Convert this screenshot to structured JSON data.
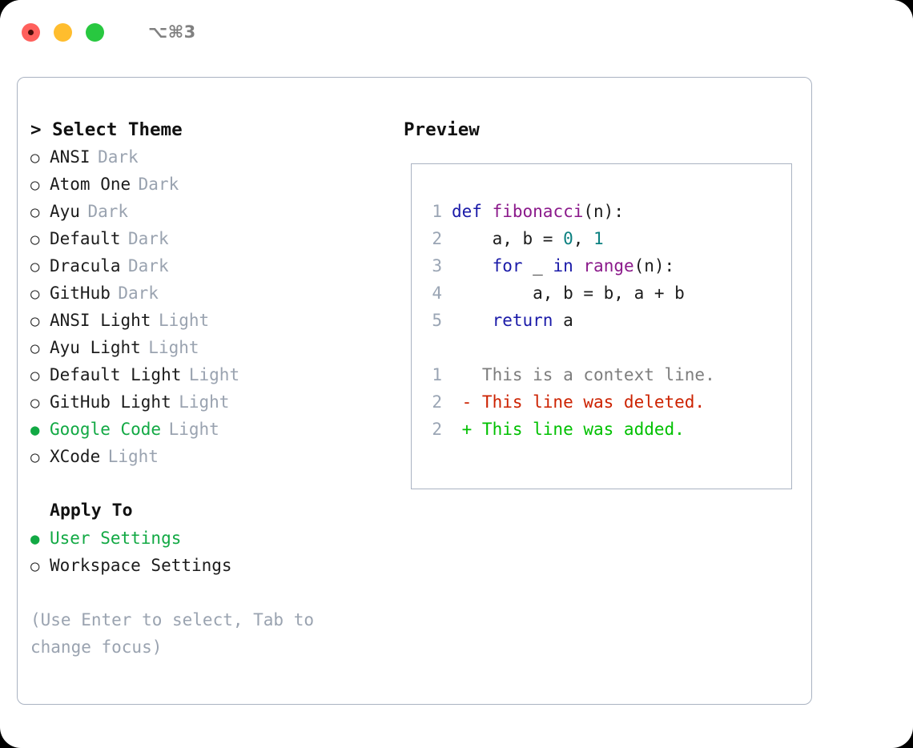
{
  "titlebar": {
    "shortcut": "⌥⌘3",
    "lights": [
      "close",
      "minimize",
      "zoom"
    ]
  },
  "theme_picker": {
    "heading": "> Select Theme",
    "bullet_unselected": "○",
    "bullet_selected": "●",
    "items": [
      {
        "name": "ANSI",
        "category": "Dark",
        "selected": false
      },
      {
        "name": "Atom One",
        "category": "Dark",
        "selected": false
      },
      {
        "name": "Ayu",
        "category": "Dark",
        "selected": false
      },
      {
        "name": "Default",
        "category": "Dark",
        "selected": false
      },
      {
        "name": "Dracula",
        "category": "Dark",
        "selected": false
      },
      {
        "name": "GitHub",
        "category": "Dark",
        "selected": false
      },
      {
        "name": "ANSI Light",
        "category": "Light",
        "selected": false
      },
      {
        "name": "Ayu Light",
        "category": "Light",
        "selected": false
      },
      {
        "name": "Default Light",
        "category": "Light",
        "selected": false
      },
      {
        "name": "GitHub Light",
        "category": "Light",
        "selected": false
      },
      {
        "name": "Google Code",
        "category": "Light",
        "selected": true
      },
      {
        "name": "XCode",
        "category": "Light",
        "selected": false
      }
    ]
  },
  "apply_to": {
    "heading": "Apply To",
    "items": [
      {
        "name": "User Settings",
        "selected": true
      },
      {
        "name": "Workspace Settings",
        "selected": false
      }
    ]
  },
  "hint": "(Use Enter to select, Tab to change focus)",
  "preview": {
    "heading": "Preview",
    "code_lines": [
      {
        "num": "1",
        "tokens": [
          {
            "t": "def",
            "c": "kw"
          },
          {
            "t": " ",
            "c": "pl"
          },
          {
            "t": "fibonacci",
            "c": "fn"
          },
          {
            "t": "(n):",
            "c": "pl"
          }
        ]
      },
      {
        "num": "2",
        "tokens": [
          {
            "t": "    a, b = ",
            "c": "pl"
          },
          {
            "t": "0",
            "c": "num"
          },
          {
            "t": ", ",
            "c": "pl"
          },
          {
            "t": "1",
            "c": "num"
          }
        ]
      },
      {
        "num": "3",
        "tokens": [
          {
            "t": "    ",
            "c": "pl"
          },
          {
            "t": "for",
            "c": "kw"
          },
          {
            "t": " _ ",
            "c": "pl"
          },
          {
            "t": "in",
            "c": "kw"
          },
          {
            "t": " ",
            "c": "pl"
          },
          {
            "t": "range",
            "c": "fn"
          },
          {
            "t": "(n):",
            "c": "pl"
          }
        ]
      },
      {
        "num": "4",
        "tokens": [
          {
            "t": "        a, b = b, a + b",
            "c": "pl"
          }
        ]
      },
      {
        "num": "5",
        "tokens": [
          {
            "t": "    ",
            "c": "pl"
          },
          {
            "t": "return",
            "c": "kw"
          },
          {
            "t": " a",
            "c": "pl"
          }
        ]
      }
    ],
    "diff_lines": [
      {
        "num": "1",
        "marker": " ",
        "text": "This is a context line.",
        "kind": "ctx"
      },
      {
        "num": "2",
        "marker": "-",
        "text": "This line was deleted.",
        "kind": "del"
      },
      {
        "num": "2",
        "marker": "+",
        "text": "This line was added.",
        "kind": "add"
      }
    ]
  },
  "colors": {
    "accent_green": "#12a944",
    "muted": "#9aa3b0",
    "border": "#aab3c2",
    "keyword": "#1a1aa8",
    "function": "#8b1a8b",
    "number": "#0c8080",
    "diff_add": "#00c000",
    "diff_del": "#cc2200",
    "diff_ctx": "#7d7d7d",
    "light_red": "#ff605c",
    "light_yellow": "#ffbd2e",
    "light_green": "#28c840"
  }
}
